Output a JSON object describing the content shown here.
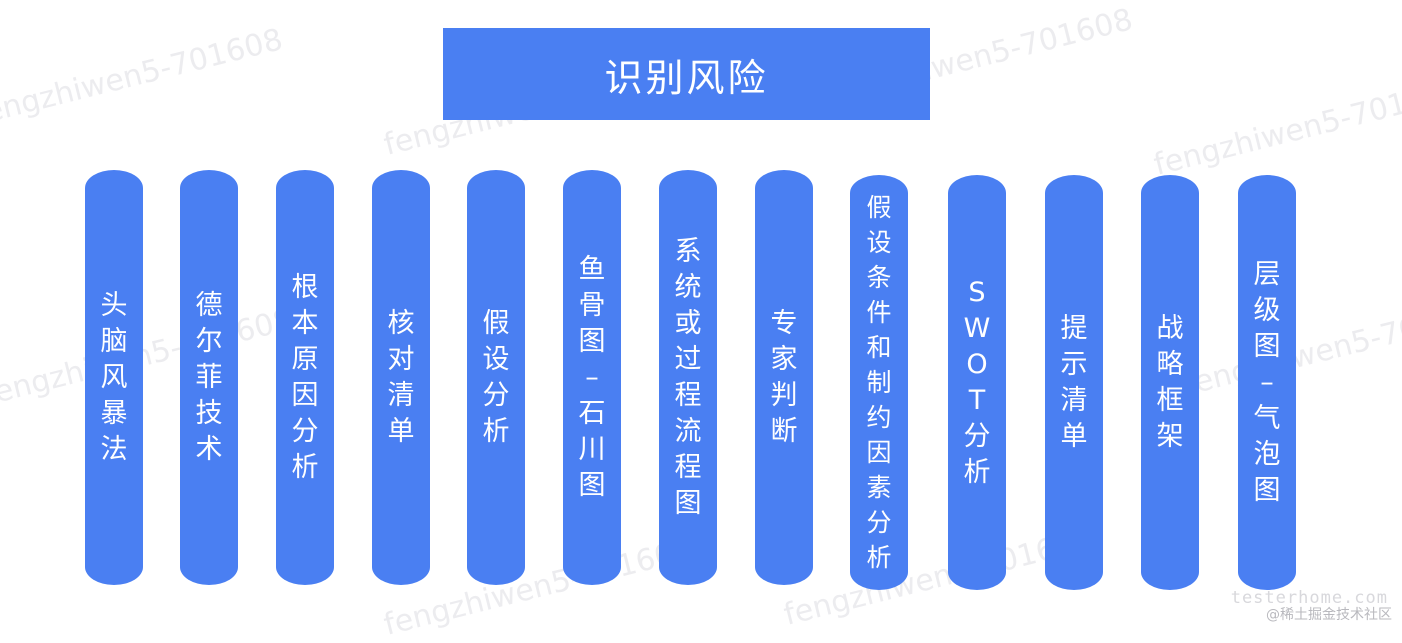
{
  "title": "识别风险",
  "methods": [
    "头脑风暴法",
    "德尔菲技术",
    "根本原因分析",
    "核对清单",
    "假设分析",
    "鱼骨图–石川图",
    "系统或过程流程图",
    "专家判断",
    "假设条件和制约因素分析",
    "SWOT分析",
    "提示清单",
    "战略框架",
    "层级图–气泡图"
  ],
  "watermark": "fengzhiwen5-701608",
  "footer": {
    "logo": "testerhome.com",
    "credit": "@稀土掘金技术社区"
  },
  "colors": {
    "accent": "#4a7ff2",
    "text": "#ffffff"
  }
}
